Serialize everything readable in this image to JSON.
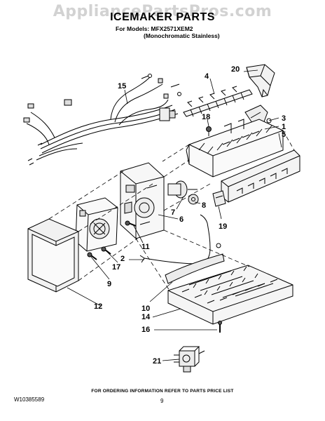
{
  "watermark": "AppliancePartsPros.com",
  "header": {
    "title": "ICEMAKER PARTS",
    "models_line": "For Models: MFX2571XEM2",
    "variant": "(Monochromatic Stainless)"
  },
  "callouts": [
    {
      "id": "20",
      "label": "20"
    },
    {
      "id": "4",
      "label": "4"
    },
    {
      "id": "15",
      "label": "15"
    },
    {
      "id": "18",
      "label": "18"
    },
    {
      "id": "3",
      "label": "3"
    },
    {
      "id": "1",
      "label": "1"
    },
    {
      "id": "5",
      "label": "5"
    },
    {
      "id": "7",
      "label": "7"
    },
    {
      "id": "8",
      "label": "8"
    },
    {
      "id": "6",
      "label": "6"
    },
    {
      "id": "19",
      "label": "19"
    },
    {
      "id": "11",
      "label": "11"
    },
    {
      "id": "2",
      "label": "2"
    },
    {
      "id": "17",
      "label": "17"
    },
    {
      "id": "9",
      "label": "9"
    },
    {
      "id": "10",
      "label": "10"
    },
    {
      "id": "12",
      "label": "12"
    },
    {
      "id": "14",
      "label": "14"
    },
    {
      "id": "16",
      "label": "16"
    },
    {
      "id": "21",
      "label": "21"
    }
  ],
  "footer": {
    "note": "FOR ORDERING INFORMATION REFER TO PARTS PRICE LIST",
    "doc_number": "W10385589",
    "page_number": "9"
  }
}
